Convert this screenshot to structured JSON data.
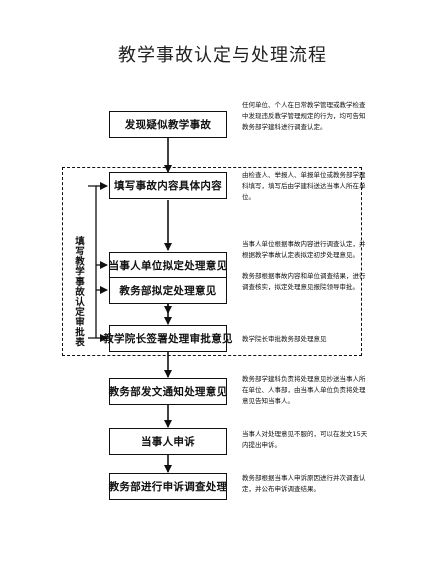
{
  "title": "教学事故认定与处理流程",
  "side_label": "填写教学事故认定审批表",
  "steps": [
    {
      "label": "发现疑似教学事故",
      "note": "任何单位、个人在日常教学管理或教学检查中发现违反教学管理规定的行为，均可告知教务部学建科进行调查认定。"
    },
    {
      "label": "填写事故内容具体内容",
      "note": "由检查人、举报人、单报单位或教务部学建科填写，填写后由学建科送达当事人所在单位。"
    },
    {
      "label": "当事人单位拟定处理意见",
      "note": "当事人单位根据事故内容进行调查认定，并根据教学事故认定表拟定初步处理意见。"
    },
    {
      "label": "教务部拟定处理意见",
      "note": "教务部根据事故内容和单位调查结果，进行调查核实，拟定处理意见报院领导审批。"
    },
    {
      "label": "教学院长签署处理审批意见",
      "note": "教学院长审批教务部处理意见"
    },
    {
      "label": "教务部发文通知处理意见",
      "note": "教务部学建科负责将处理意见抄送当事人所在单位、人事部，由当事人单位负责将处理意见告知当事人。"
    },
    {
      "label": "当事人申诉",
      "note": "当事人对处理意见不服的，可以在发文15天内提出申诉。"
    },
    {
      "label": "教务部进行申诉调查处理",
      "note": "教务部根据当事人申诉原因进行并次调查认定，并公布申诉调查结果。"
    }
  ]
}
